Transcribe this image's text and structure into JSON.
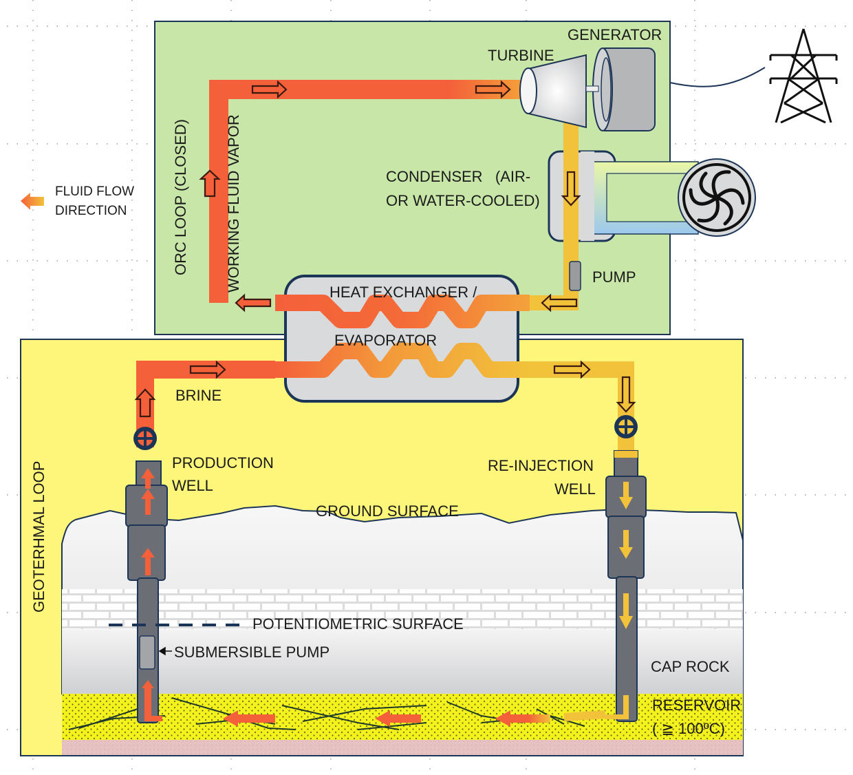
{
  "diagram": {
    "title": "Geothermal ORC Power Plant Schematic",
    "legend": {
      "icon": "fluid-flow-arrow-icon",
      "label_line1": "FLUID FLOW",
      "label_line2": "DIRECTION"
    },
    "orc_loop": {
      "label": "ORC LOOP (CLOSED)",
      "working_fluid_label": "WORKING FLUID VAPOR",
      "background_color": "#c8e6a8"
    },
    "geothermal_loop": {
      "label": "GEOTERHMAL LOOP",
      "background_color": "#fdf67a",
      "brine_label": "BRINE"
    },
    "components": {
      "generator": "GENERATOR",
      "turbine": "TURBINE",
      "condenser_line1": "CONDENSER   (AIR-",
      "condenser_line2": "OR WATER-COOLED)",
      "pump": "PUMP",
      "heat_exchanger_line1": "HEAT EXCHANGER /",
      "heat_exchanger_line2": "EVAPORATOR",
      "production_well_line1": "PRODUCTION",
      "production_well_line2": "WELL",
      "reinjection_well_line1": "RE-INJECTION",
      "reinjection_well_line2": "WELL",
      "submersible_pump": "SUBMERSIBLE PUMP"
    },
    "strata": {
      "ground_surface": "GROUND SURFACE",
      "potentiometric_surface": "POTENTIOMETRIC SURFACE",
      "cap_rock": "CAP ROCK",
      "reservoir_line1": "RESERVOIR",
      "reservoir_line2": "( ≧ 100ºC)"
    },
    "colors": {
      "hot_flow": "#f4603a",
      "warm_flow": "#f39a3a",
      "cool_flow": "#f2c23a",
      "outline": "#1c3557",
      "well_casing": "#6b6e74",
      "reservoir": "#f4f21c",
      "basement": "#e8c6c4"
    }
  }
}
